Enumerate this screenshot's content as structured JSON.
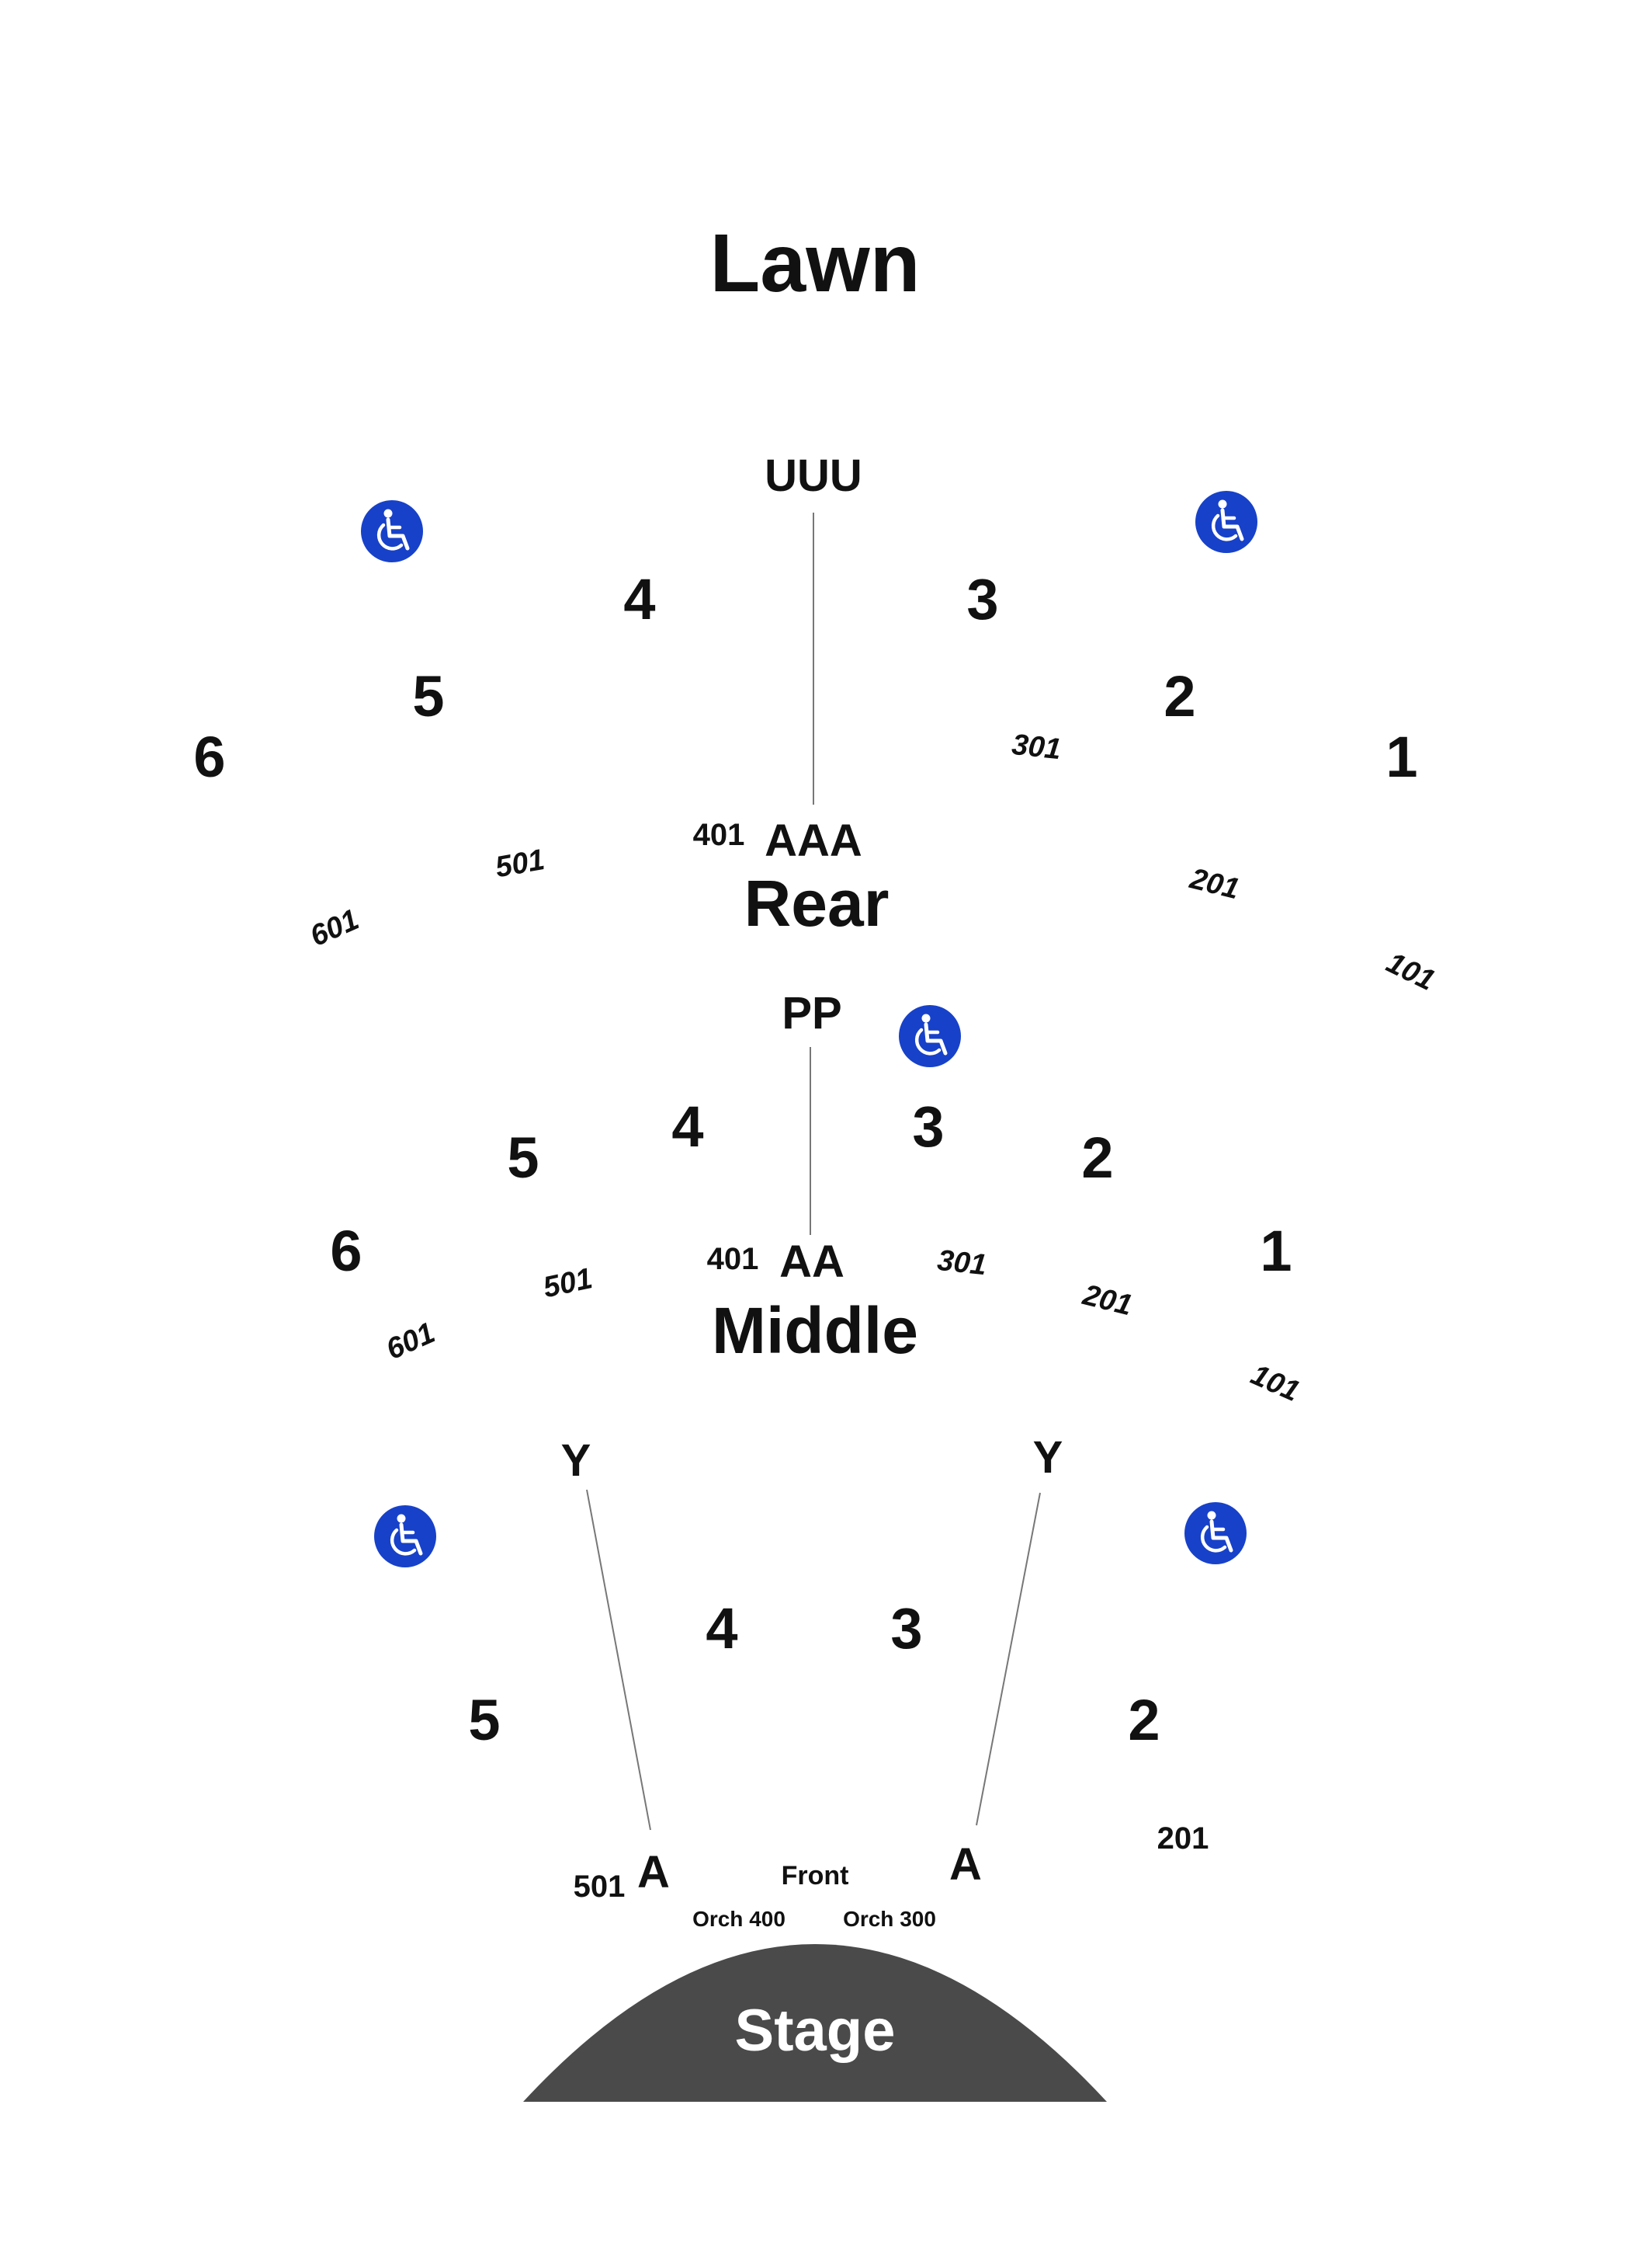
{
  "colors": {
    "background": "#ffffff",
    "text": "#111111",
    "stage_fill": "#4a4a4a",
    "accessible_badge": "#1741c9",
    "guide_line": "#777777"
  },
  "icons": {
    "accessible": "wheelchair-icon"
  },
  "lawn": {
    "label": "Lawn"
  },
  "rear": {
    "label": "Rear",
    "row_top": "UUU",
    "row_bottom": "AAA",
    "sections": {
      "s1": "1",
      "s2": "2",
      "s3": "3",
      "s4": "4",
      "s5": "5",
      "s6": "6"
    },
    "seats": {
      "s101": "101",
      "s201": "201",
      "s301": "301",
      "s401": "401",
      "s501": "501",
      "s601": "601"
    }
  },
  "middle": {
    "label": "Middle",
    "row_top": "PP",
    "row_bottom": "AA",
    "sections": {
      "s1": "1",
      "s2": "2",
      "s3": "3",
      "s4": "4",
      "s5": "5",
      "s6": "6"
    },
    "seats": {
      "s101": "101",
      "s201": "201",
      "s301": "301",
      "s401": "401",
      "s501": "501",
      "s601": "601"
    }
  },
  "front": {
    "label": "Front",
    "row_top_left": "Y",
    "row_top_right": "Y",
    "row_bottom_left": "A",
    "row_bottom_right": "A",
    "sections": {
      "s2": "2",
      "s3": "3",
      "s4": "4",
      "s5": "5"
    },
    "seats": {
      "s201": "201",
      "s501": "501"
    },
    "orch_left": "Orch 400",
    "orch_right": "Orch 300"
  },
  "stage": {
    "label": "Stage"
  }
}
